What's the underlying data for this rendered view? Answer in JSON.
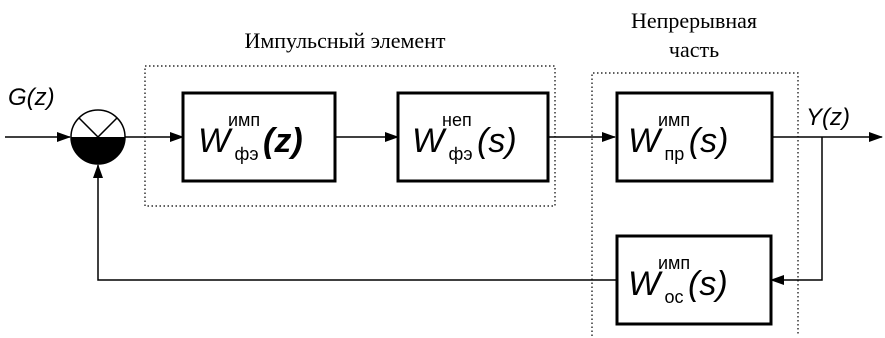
{
  "groups": {
    "impulse_element_title": "Импульсный элемент",
    "continuous_part_title_line1": "Непрерывная",
    "continuous_part_title_line2": "часть"
  },
  "signals": {
    "input": "G(z)",
    "output": "Y(z)"
  },
  "blocks": {
    "b1": {
      "base": "W",
      "sup": "имп",
      "sub": "фэ",
      "arg": "(z)"
    },
    "b2": {
      "base": "W",
      "sup": "неп",
      "sub": "фэ",
      "arg": "(s)"
    },
    "b3": {
      "base": "W",
      "sup": "имп",
      "sub": "пр",
      "arg": "(s)"
    },
    "b4": {
      "base": "W",
      "sup": "имп",
      "sub": "ос",
      "arg": "(s)"
    }
  }
}
